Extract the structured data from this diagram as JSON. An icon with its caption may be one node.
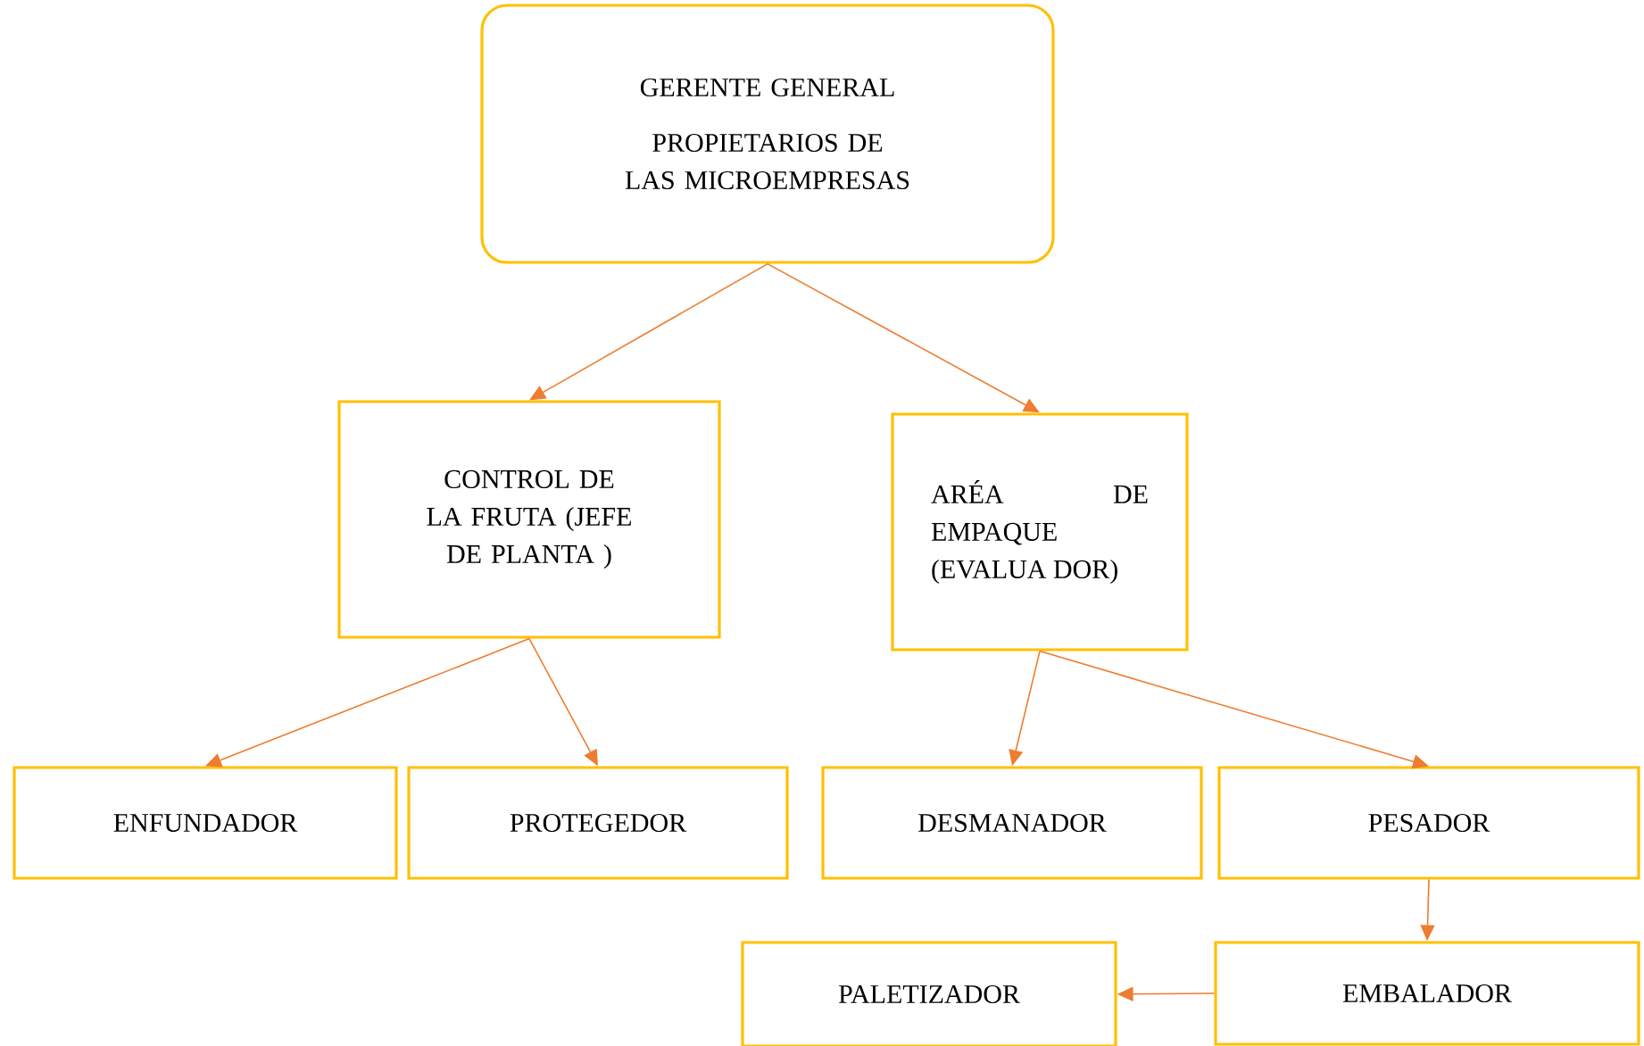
{
  "diagram": {
    "nodes": [
      {
        "text": [
          "GERENTE GENERAL",
          "PROPIETARIOS DE LAS MICROEMPRESAS"
        ]
      },
      {
        "text": [
          "CONTROL DE LA FRUTA (JEFE DE PLANTA )"
        ]
      },
      {
        "text": [
          "ARÉA DE EMPAQUE (EVALUA DOR)"
        ]
      },
      {
        "text": [
          "ENFUNDADOR"
        ]
      },
      {
        "text": [
          "PROTEGEDOR"
        ]
      },
      {
        "text": [
          "DESMANADOR"
        ]
      },
      {
        "text": [
          "PESADOR"
        ]
      },
      {
        "text": [
          "EMBALADOR"
        ]
      },
      {
        "text": [
          "PALETIZADOR"
        ]
      }
    ],
    "edges": [
      {
        "from": 0,
        "to": 1,
        "arrow": "to"
      },
      {
        "from": 0,
        "to": 2,
        "arrow": "to"
      },
      {
        "from": 1,
        "to": 3,
        "arrow": "to"
      },
      {
        "from": 1,
        "to": 4,
        "arrow": "to"
      },
      {
        "from": 2,
        "to": 5,
        "arrow": "to"
      },
      {
        "from": 2,
        "to": 6,
        "arrow": "to"
      },
      {
        "from": 6,
        "to": 7,
        "arrow": "to"
      },
      {
        "from": 7,
        "to": 8,
        "arrow": "to"
      }
    ]
  }
}
